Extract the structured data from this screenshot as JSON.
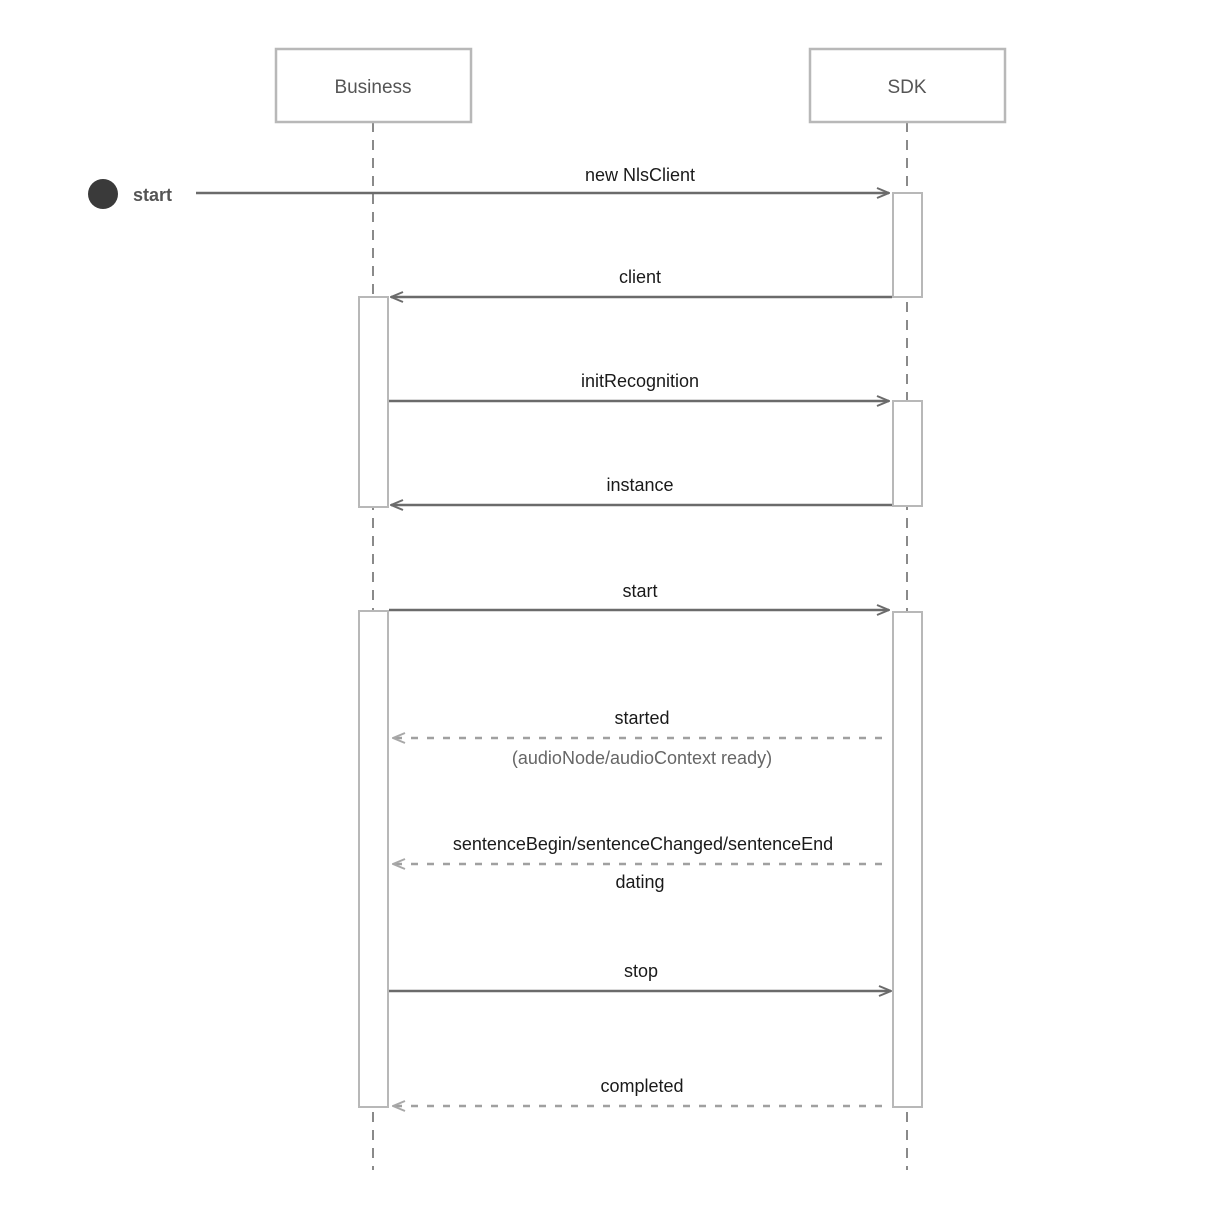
{
  "participants": {
    "business": {
      "label": "Business"
    },
    "sdk": {
      "label": "SDK"
    }
  },
  "start_node": {
    "label": "start"
  },
  "messages": [
    {
      "label": "new NlsClient",
      "from": "start",
      "to": "sdk",
      "style": "solid"
    },
    {
      "label": "client",
      "from": "sdk",
      "to": "business",
      "style": "solid"
    },
    {
      "label": "initRecognition",
      "from": "business",
      "to": "sdk",
      "style": "solid"
    },
    {
      "label": "instance",
      "from": "sdk",
      "to": "business",
      "style": "solid"
    },
    {
      "label": "start",
      "from": "business",
      "to": "sdk",
      "style": "solid"
    },
    {
      "label": "started",
      "note": "(audioNode/audioContext ready)",
      "from": "sdk",
      "to": "business",
      "style": "dashed"
    },
    {
      "label": "sentenceBegin/sentenceChanged/sentenceEnd",
      "note": "dating",
      "from": "sdk",
      "to": "business",
      "style": "dashed"
    },
    {
      "label": "stop",
      "from": "business",
      "to": "sdk",
      "style": "solid"
    },
    {
      "label": "completed",
      "from": "sdk",
      "to": "business",
      "style": "dashed"
    }
  ],
  "colors": {
    "line": "#6b6b6b",
    "dashed": "#9a9a9a",
    "box_border": "#b8b8b8",
    "start_dot": "#3a3a3a"
  }
}
